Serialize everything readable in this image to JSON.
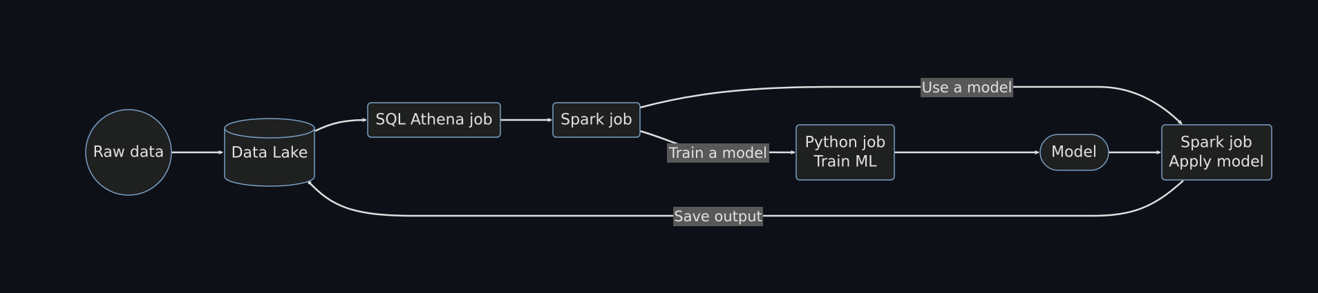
{
  "nodes": {
    "raw_data": "Raw data",
    "data_lake": "Data Lake",
    "sql_athena": "SQL Athena job",
    "spark_job": "Spark job",
    "python_job": [
      "Python job",
      "Train ML"
    ],
    "model": "Model",
    "spark_apply": [
      "Spark job",
      "Apply model"
    ]
  },
  "edges": {
    "use_model": "Use a model",
    "train_model": "Train a model",
    "save_output": "Save output"
  },
  "colors": {
    "background": "#0d1117",
    "node_fill": "#1f2020",
    "node_stroke": "#7aa0c6",
    "edge": "#e0e0e0",
    "label_bg": "#585858"
  }
}
